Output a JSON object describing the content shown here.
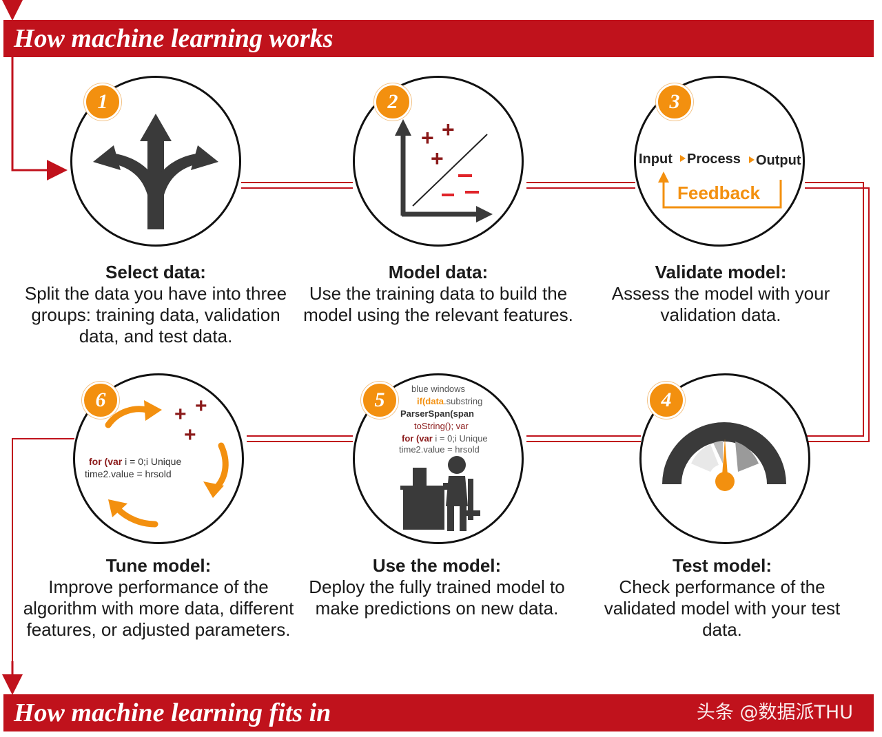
{
  "header": {
    "title": "How machine learning works"
  },
  "footer": {
    "title": "How machine learning fits in",
    "watermark": "头条 @数据派THU"
  },
  "steps": [
    {
      "number": "1",
      "title": "Select data:",
      "description": "Split the data you have into three groups: training data, validation data, and test data.",
      "icon": "split-arrows-icon"
    },
    {
      "number": "2",
      "title": "Model data:",
      "description": "Use the training data to build the model using the relevant features.",
      "icon": "scatter-plot-icon"
    },
    {
      "number": "3",
      "title": "Validate model:",
      "description": "Assess the model with your validation data.",
      "icon": "feedback-loop-icon",
      "graphic": {
        "input": "Input",
        "process": "Process",
        "output": "Output",
        "feedback": "Feedback"
      }
    },
    {
      "number": "4",
      "title": "Test model:",
      "description": "Check performance of the validated model with your test data.",
      "icon": "gauge-icon"
    },
    {
      "number": "5",
      "title": "Use the model:",
      "description": "Deploy the fully trained model to make predictions on new data.",
      "icon": "person-at-computer-icon",
      "code": [
        {
          "kw": "",
          "rest": "blue windows"
        },
        {
          "kw": "if(data",
          "rest": ".substring"
        },
        {
          "kw": "",
          "rest": "ParserSpan(span"
        },
        {
          "kw": "",
          "rest": "toString(); var"
        },
        {
          "kw": "for (var",
          "rest": " i = 0;i Unique"
        },
        {
          "kw": "",
          "rest": "time2.value = hrsold"
        }
      ]
    },
    {
      "number": "6",
      "title": "Tune model:",
      "description": "Improve performance of the algorithm with more data, different features, or adjusted parameters.",
      "icon": "cycle-arrows-icon",
      "code": [
        {
          "kw": "for (var",
          "rest": " i = 0;i Unique"
        },
        {
          "kw": "",
          "rest": "time2.value = hrsold"
        }
      ]
    }
  ],
  "colors": {
    "accent_red": "#c0121c",
    "accent_orange": "#f3900f",
    "icon_dark": "#3a3a3a",
    "plus_red": "#8b1a1a"
  }
}
